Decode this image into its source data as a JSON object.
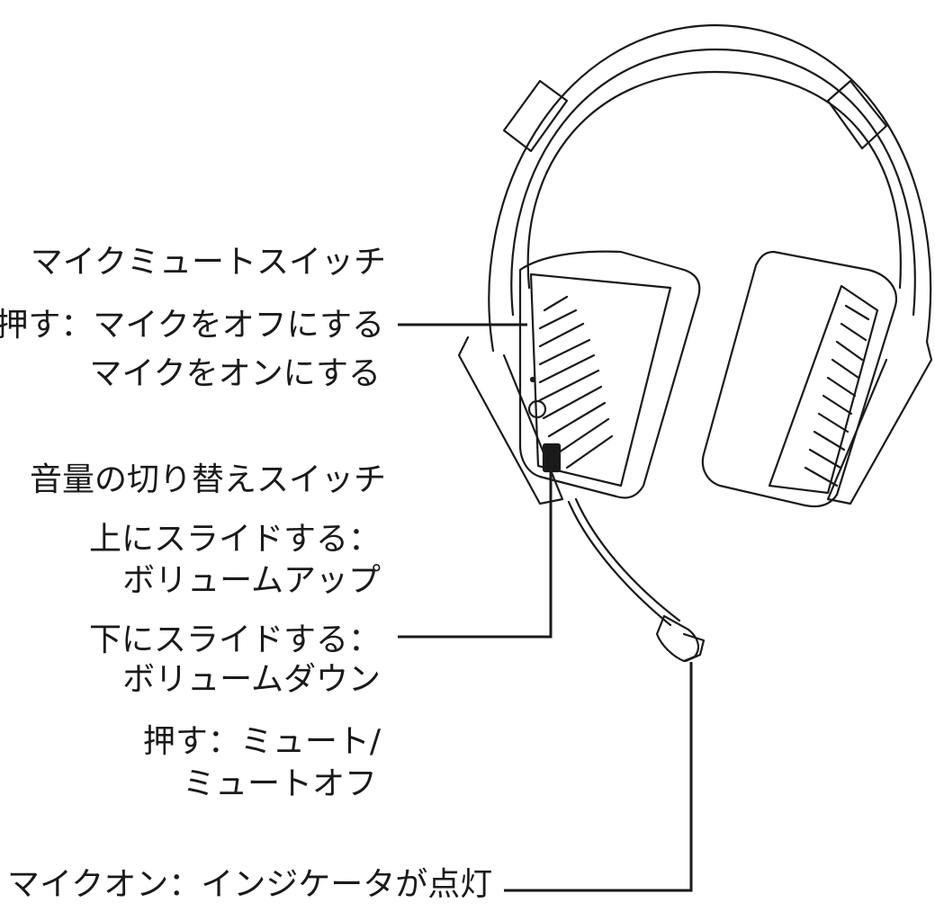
{
  "labels": {
    "mic_mute_switch": "マイクミュートスイッチ",
    "press_mic_off": "押す：マイクをオフにする",
    "mic_on": "マイクをオンにする",
    "volume_switch": "音量の切り替えスイッチ",
    "slide_up": "上にスライドする：",
    "volume_up": "ボリュームアップ",
    "slide_down": "下にスライドする：",
    "volume_down": "ボリュームダウン",
    "press_mute": "押す：ミュート/",
    "mute_off": "ミュートオフ",
    "indicator": "マイクオン：インジケータが点灯"
  },
  "colors": {
    "line": "#1a1a1a",
    "background": "#ffffff"
  }
}
